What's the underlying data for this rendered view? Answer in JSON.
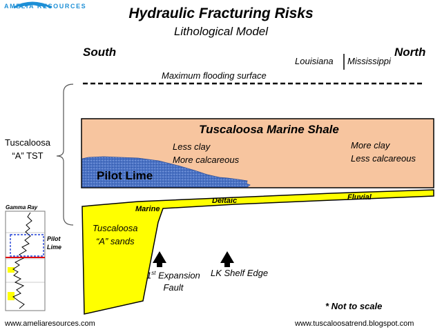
{
  "logo": {
    "text": "AMELIA RESOURCES",
    "color": "#1d8fd6"
  },
  "title": "Hydraulic Fracturing Risks",
  "subtitle": "Lithological Model",
  "directions": {
    "south": "South",
    "north": "North"
  },
  "states": {
    "left": "Louisiana",
    "right": "Mississippi"
  },
  "surface_label": "Maximum flooding surface",
  "unit_label": {
    "line1": "Tuscaloosa",
    "line2": "“A” TST"
  },
  "shale": {
    "title": "Tuscaloosa Marine Shale",
    "note_left": {
      "line1": "Less clay",
      "line2": "More calcareous"
    },
    "note_right": {
      "line1": "More clay",
      "line2": "Less calcareous"
    },
    "color": "#f7c59f"
  },
  "pilot_lime": {
    "label": "Pilot Lime",
    "color": "#4a72c4"
  },
  "sands": {
    "label_line1": "Tuscaloosa",
    "label_line2": "“A” sands",
    "color": "#ffff00",
    "facies": [
      "Marine",
      "Deltaic",
      "Fluvial"
    ]
  },
  "arrows": {
    "fault": {
      "line1_pre": "1",
      "line1_sup": "st",
      "line1_post": " Expansion",
      "line2": "Fault"
    },
    "shelf": "LK Shelf Edge"
  },
  "gamma_log": {
    "title": "Gamma Ray",
    "pilot_line1": "Pilot",
    "pilot_line2": "Lime"
  },
  "footnote": "* Not to scale",
  "footer": {
    "left": "www.ameliaresources.com",
    "right": "www.tuscaloosatrend.blogspot.com"
  }
}
